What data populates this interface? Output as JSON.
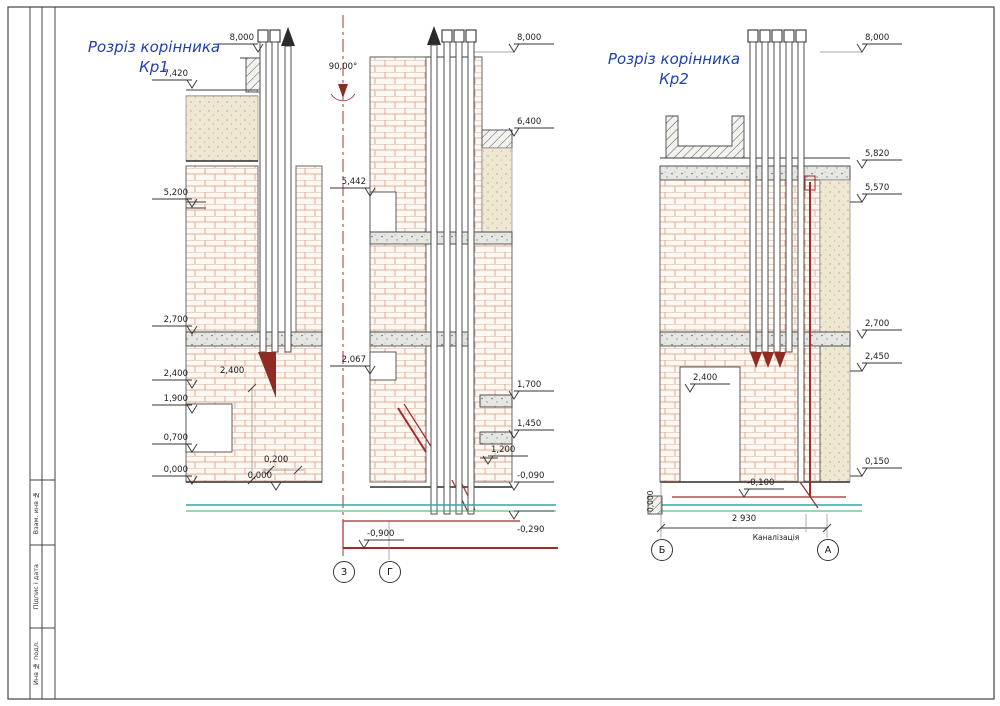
{
  "drawing": {
    "kp1": {
      "title": "Розріз корінника",
      "subtitle": "Кр1",
      "angle_label": "90,00°",
      "left_marks": [
        "8,000",
        "7,420",
        "5,200",
        "2,700",
        "2,400",
        "1,900",
        "0,700",
        "0,000"
      ],
      "inner_dims": [
        "2,400",
        "0,200",
        "0,000"
      ],
      "mid_marks": [
        "5,442",
        "2,067",
        "-0,900"
      ],
      "right_marks": [
        "8,000",
        "6,400",
        "1,700",
        "1,450",
        "1,200",
        "-0,090",
        "-0,290"
      ],
      "axes": [
        "З",
        "Г"
      ]
    },
    "kp2": {
      "title": "Розріз корінника",
      "subtitle": "Кр2",
      "right_marks": [
        "8,000",
        "5,820",
        "5,570",
        "2,700",
        "2,450",
        "0,150"
      ],
      "inner_marks": [
        "2,400",
        "-0,100"
      ],
      "floor_mark_vertical": "0,000",
      "axes": [
        "Б",
        "А"
      ],
      "bottom_dimension": "2 930",
      "sewer_label": "Каналізація"
    },
    "titleblock": {
      "rows": [
        "Взам. инв №",
        "Підпис і дата",
        "Инв № подл."
      ]
    },
    "colors": {
      "title_blue": "#1f3fae",
      "centerline_red": "#a03a33",
      "brick_line": "#d79a82",
      "teal_line": "#2fa8a0",
      "maroon": "#8e2b23"
    }
  }
}
